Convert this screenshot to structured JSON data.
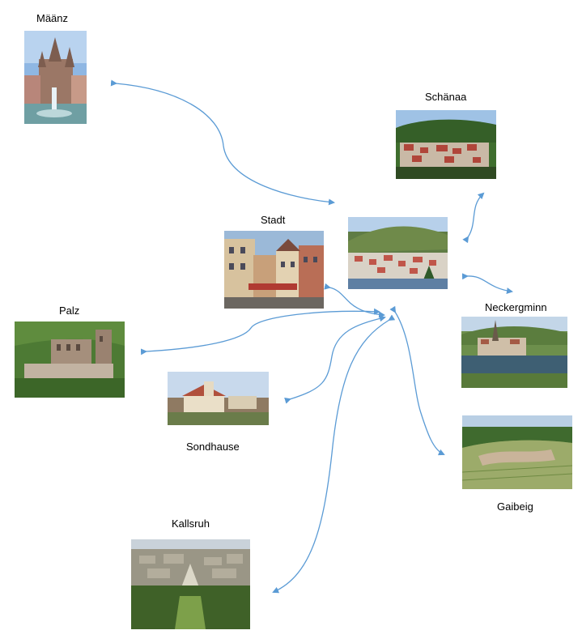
{
  "places": [
    {
      "id": "maenz",
      "label": "Määnz"
    },
    {
      "id": "schaenaa",
      "label": "Schänaa"
    },
    {
      "id": "stadt",
      "label": "Stadt"
    },
    {
      "id": "palz",
      "label": "Palz"
    },
    {
      "id": "neckergminn",
      "label": "Neckergminn"
    },
    {
      "id": "sondhause",
      "label": "Sondhause"
    },
    {
      "id": "gaibeig",
      "label": "Gaibeig"
    },
    {
      "id": "kallsruh",
      "label": "Kallsruh"
    }
  ],
  "center_image": "town-valley-photo",
  "arrow_color": "#5b9bd5"
}
